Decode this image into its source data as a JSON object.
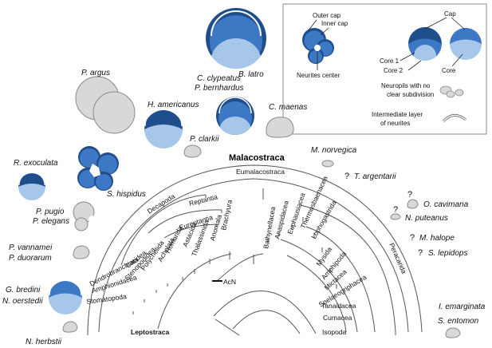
{
  "colors": {
    "dark_blue": "#1f4e8c",
    "mid_blue": "#3d78c4",
    "light_blue": "#a6c6ea",
    "grey": "#d8d8d8",
    "grey_stroke": "#8a8a8a"
  },
  "legend": {
    "outer_cap": "Outer cap",
    "inner_cap": "Inner cap",
    "neurites_center": "Neurites center",
    "cap": "Cap",
    "core1": "Core 1",
    "core2": "Core 2",
    "core": "Core",
    "neuropils_line1": "Neuropils with no",
    "neuropils_line2": "clear subdivision",
    "intermediate_line1": "Intermediate layer",
    "intermediate_line2": "of neurites"
  },
  "species": {
    "b_latro": "B. latro",
    "p_argus": "P. argus",
    "c_clypeatus": "C. clypeatus",
    "p_bernhardus": "P. bernhardus",
    "h_americanus": "H. americanus",
    "c_maenas": "C. maenas",
    "p_clarkii": "P. clarkii",
    "m_norvegica": "M. norvegica",
    "t_argentarii": "T. argentarii",
    "r_exoculata": "R. exoculata",
    "s_hispidus": "S. hispidus",
    "o_cavimana": "O. cavimana",
    "n_puteanus": "N. puteanus",
    "p_pugio": "P. pugio",
    "p_elegans": "P. elegans",
    "m_halope": "M. halope",
    "s_lepidops": "S. lepidops",
    "p_vannamei": "P. vannamei",
    "p_duorarum": "P. duorarum",
    "g_bredini": "G. bredini",
    "n_oerstedii": "N. oerstedii",
    "i_emarginata": "I. emarginata",
    "s_entomon": "S. entomon",
    "n_herbstii": "N. herbstii",
    "question_mark": "?"
  },
  "clades": {
    "malacostraca": "Malacostraca",
    "eumalacostraca": "Eumalacostraca",
    "decapoda": "Decapoda",
    "reptantia": "Reptantia",
    "eureptantia": "Eureptantia",
    "peracarida": "Peracarida"
  },
  "taxa": {
    "brachyura": "Brachyura",
    "anomala": "Anomala",
    "thalassinida": "Thalassinida",
    "astacida": "Astacida",
    "homarida": "Homarida",
    "achelata": "Achelata",
    "polychelida": "Polychelida",
    "stenopodidea": "Stenopodidea",
    "caridea": "Caridea",
    "dendrobranchiata": "Dendrobranchiata",
    "amphionidacea": "Amphionidacea",
    "stomatopoda": "Stomatopoda",
    "leptostraca": "Leptostraca",
    "acn": "AcN",
    "bathynellacea": "Bathynellacea",
    "anaspidacea": "Anaspidacea",
    "euphausiacea": "Euphausiacea",
    "thermosbaenacea": "Thermosbaenacea",
    "lophogastrida": "Lophogastrida",
    "mysida": "Mysida",
    "amphipoda": "Amphipoda",
    "mictacea": "Mictacea",
    "spelaeogriphacea": "Spelaeogriphacea",
    "tanaidacea": "Tanaidacea",
    "cumacea": "Cumacea",
    "isopoda": "Isopoda"
  }
}
